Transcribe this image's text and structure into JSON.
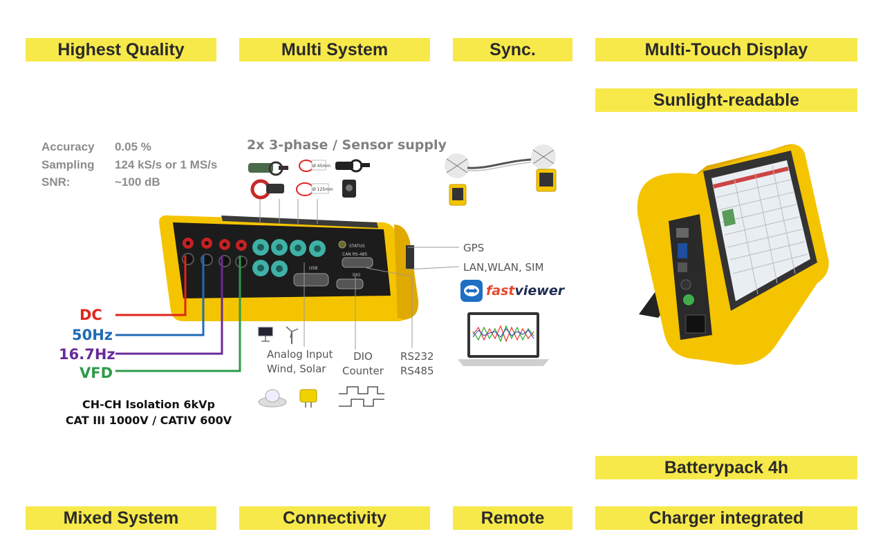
{
  "banners": {
    "highest_quality": "Highest Quality",
    "multi_system": "Multi System",
    "sync": "Sync.",
    "multi_touch": "Multi-Touch Display",
    "sunlight": "Sunlight-readable",
    "battery": "Batterypack 4h",
    "mixed_system": "Mixed System",
    "connectivity": "Connectivity",
    "remote": "Remote",
    "charger": "Charger integrated"
  },
  "specs": [
    {
      "name": "Accuracy",
      "value": "0.05 %"
    },
    {
      "name": "Sampling",
      "value": "124 kS/s or 1 MS/s"
    },
    {
      "name": "SNR:",
      "value": "~100 dB"
    }
  ],
  "sensor_title": "2x 3-phase / Sensor supply",
  "sensor_tags": {
    "tag1": "Ø 45mm",
    "tag2": "Ø 125mm"
  },
  "device_labels": {
    "status": "STATUS",
    "can": "CAN RS-485",
    "usb": "USB",
    "dio": "DIO"
  },
  "freq_labels": [
    {
      "text": "DC",
      "color": "#e0241c"
    },
    {
      "text": "50Hz",
      "color": "#1f6bb5"
    },
    {
      "text": "16.7Hz",
      "color": "#6a2a9a"
    },
    {
      "text": "VFD",
      "color": "#2e9a48"
    }
  ],
  "isolation": {
    "line1": "CH-CH Isolation 6kVp",
    "line2": "CAT III 1000V / CATIV 600V"
  },
  "analog": {
    "line1": "Analog Input",
    "line2": "Wind, Solar"
  },
  "dio": {
    "line1": "DIO",
    "line2": "Counter"
  },
  "serial": {
    "line1": "RS232",
    "line2": "RS485"
  },
  "ports": {
    "gps": "GPS",
    "lan": "LAN,WLAN, SIM"
  },
  "fastviewer": {
    "part1": "fast",
    "part2": "viewer"
  },
  "colors": {
    "banner": "#f7e94a",
    "device_yellow": "#f5c400"
  }
}
